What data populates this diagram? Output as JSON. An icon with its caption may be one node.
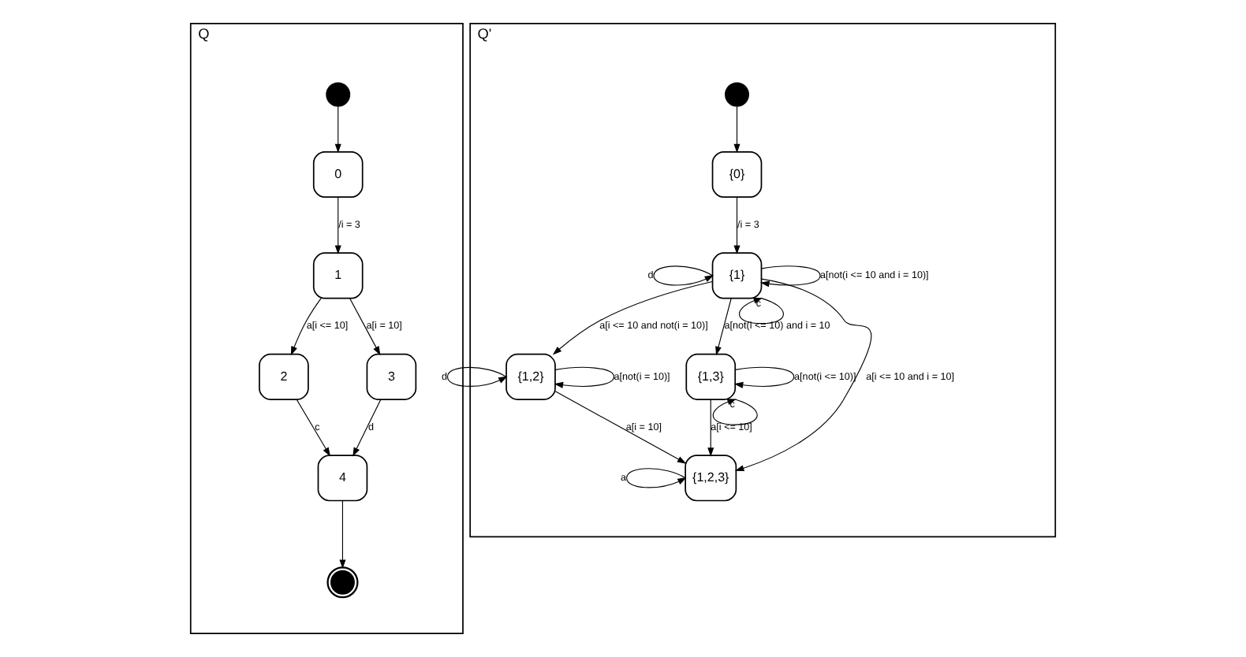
{
  "diagram": {
    "nodes": [
      {
        "text": [
          "Q"
        ]
      },
      {
        "text": [
          "0"
        ],
        "in": 0
      },
      {
        "text": [],
        "shape": "circle",
        "in": 0
      },
      {
        "text": [
          "1"
        ],
        "in": 0
      },
      {
        "text": [
          "2"
        ],
        "in": 0
      },
      {
        "text": [
          "3"
        ],
        "in": 0
      },
      {
        "text": [
          "4"
        ],
        "in": 0
      },
      {
        "text": [],
        "shape": "circle",
        "in": 0
      },
      {
        "text": [
          "Q'"
        ]
      },
      {
        "text": [
          "{0}"
        ],
        "in": 8
      },
      {
        "text": [],
        "shape": "circle",
        "in": 8
      },
      {
        "text": [
          "{1}"
        ],
        "in": 8
      },
      {
        "text": [
          "{1,2}"
        ],
        "in": 8
      },
      {
        "text": [
          "{1,3}"
        ],
        "in": 8
      },
      {
        "text": [
          "{1,2,3}"
        ],
        "in": 8
      }
    ],
    "edges": [
      {
        "from": 2,
        "to": 1,
        "arrow": "to"
      },
      {
        "from": 1,
        "to": 3,
        "arrow": "to",
        "label": "/i = 3"
      },
      {
        "from": 3,
        "to": 4,
        "arrow": "to",
        "label": "a[i <= 10]"
      },
      {
        "from": 3,
        "to": 5,
        "arrow": "to",
        "label": "a[i = 10]"
      },
      {
        "from": 4,
        "to": 6,
        "arrow": "to",
        "label": "c"
      },
      {
        "from": 5,
        "to": 6,
        "arrow": "to",
        "label": "d"
      },
      {
        "from": 6,
        "to": 7,
        "arrow": "to"
      },
      {
        "from": 10,
        "to": 9,
        "arrow": "to"
      },
      {
        "from": 9,
        "to": 11,
        "arrow": "to",
        "label": "/i = 3"
      },
      {
        "from": 11,
        "to": 11,
        "arrow": "to",
        "label": "d"
      },
      {
        "from": 11,
        "to": 11,
        "arrow": "to",
        "label": "a[not(i <= 10 and i = 10)]"
      },
      {
        "from": 11,
        "to": 11,
        "arrow": "to",
        "label": "c"
      },
      {
        "from": 11,
        "to": 12,
        "arrow": "to",
        "label": "a[i <= 10 and not(i = 10)]"
      },
      {
        "from": 11,
        "to": 13,
        "arrow": "to",
        "label": "a[not(i <= 10) and i = 10"
      },
      {
        "from": 11,
        "to": 14,
        "arrow": "to",
        "label": "a[i <= 10 and i = 10]"
      },
      {
        "from": 12,
        "to": 12,
        "arrow": "to",
        "label": "d"
      },
      {
        "from": 12,
        "to": 12,
        "arrow": "to",
        "label": "a[not(i = 10)]"
      },
      {
        "from": 13,
        "to": 13,
        "arrow": "to",
        "label": "a[not(i <= 10)]"
      },
      {
        "from": 13,
        "to": 13,
        "arrow": "to",
        "label": "c"
      },
      {
        "from": 12,
        "to": 14,
        "arrow": "to",
        "label": "a[i = 10]"
      },
      {
        "from": 13,
        "to": 14,
        "arrow": "to",
        "label": "a[i <= 10]"
      },
      {
        "from": 14,
        "to": 14,
        "arrow": "to",
        "label": "a"
      }
    ]
  }
}
